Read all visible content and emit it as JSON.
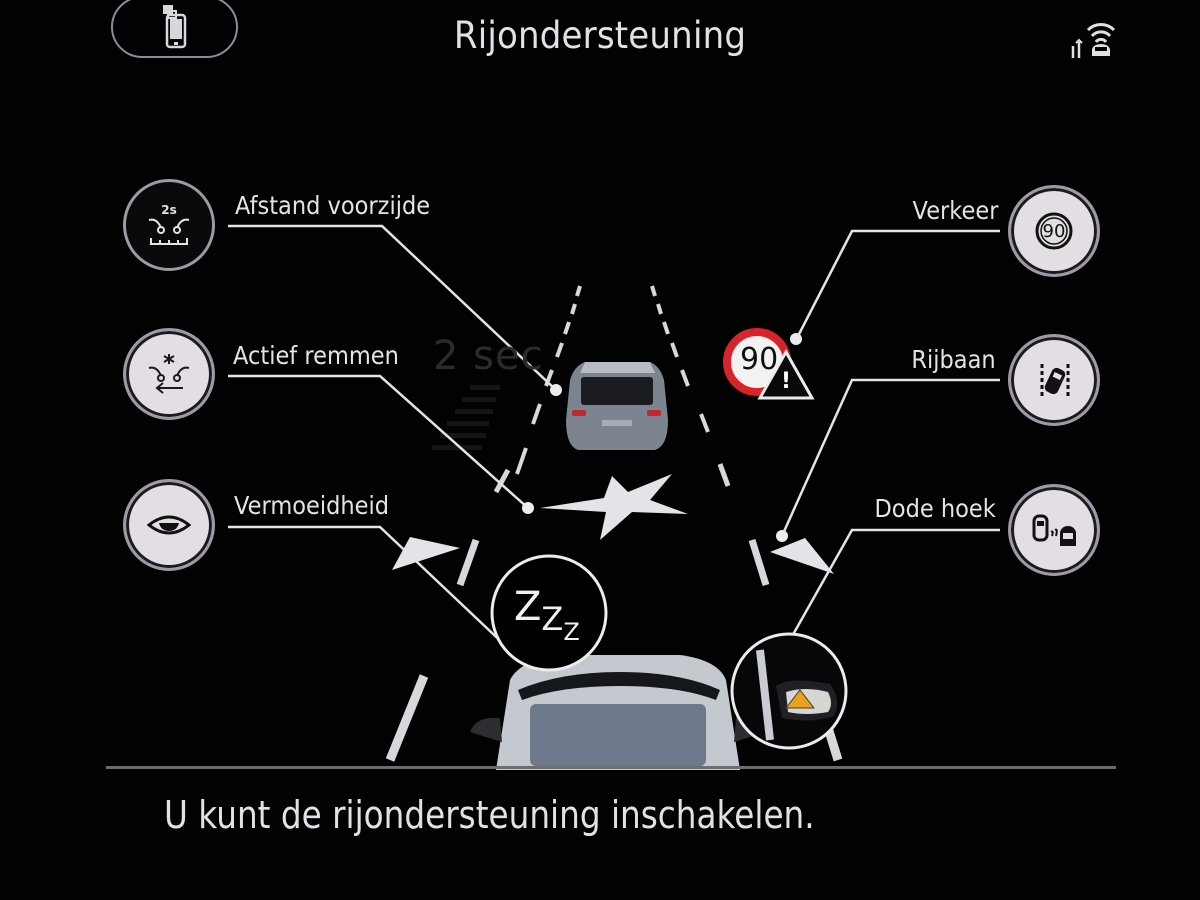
{
  "header": {
    "title": "Rijondersteuning",
    "left_button": {
      "icon": "phone-mirror-icon"
    },
    "right_icon": "connected-car-icon"
  },
  "diagram": {
    "distance_overlay_text": "2 sec",
    "speed_sign": {
      "value": "90",
      "warning": "!"
    },
    "fatigue_symbol": "ZZZ",
    "features_left": [
      {
        "id": "afstand",
        "label": "Afstand voorzijde",
        "icon": "following-distance-icon",
        "icon_badge": "2s",
        "state": "off"
      },
      {
        "id": "actief-remmen",
        "label": "Actief remmen",
        "icon": "active-braking-icon",
        "state": "on"
      },
      {
        "id": "vermoeidheid",
        "label": "Vermoeidheid",
        "icon": "drowsy-eye-icon",
        "state": "on"
      }
    ],
    "features_right": [
      {
        "id": "verkeer",
        "label": "Verkeer",
        "icon": "traffic-sign-icon",
        "icon_badge": "90",
        "state": "on"
      },
      {
        "id": "rijbaan",
        "label": "Rijbaan",
        "icon": "lane-keep-icon",
        "state": "on"
      },
      {
        "id": "dode-hoek",
        "label": "Dode hoek",
        "icon": "blind-spot-icon",
        "state": "on"
      }
    ]
  },
  "footer": {
    "status_text": "U kunt de rijondersteuning inschakelen."
  },
  "colors": {
    "background": "#020203",
    "text": "#e6e2e6",
    "circle_fill_on": "#e2dee3",
    "circle_border": "#9d9aa4",
    "sign_red": "#d8232a",
    "warning_amber": "#e8a21c",
    "divider": "#6c6c72"
  }
}
